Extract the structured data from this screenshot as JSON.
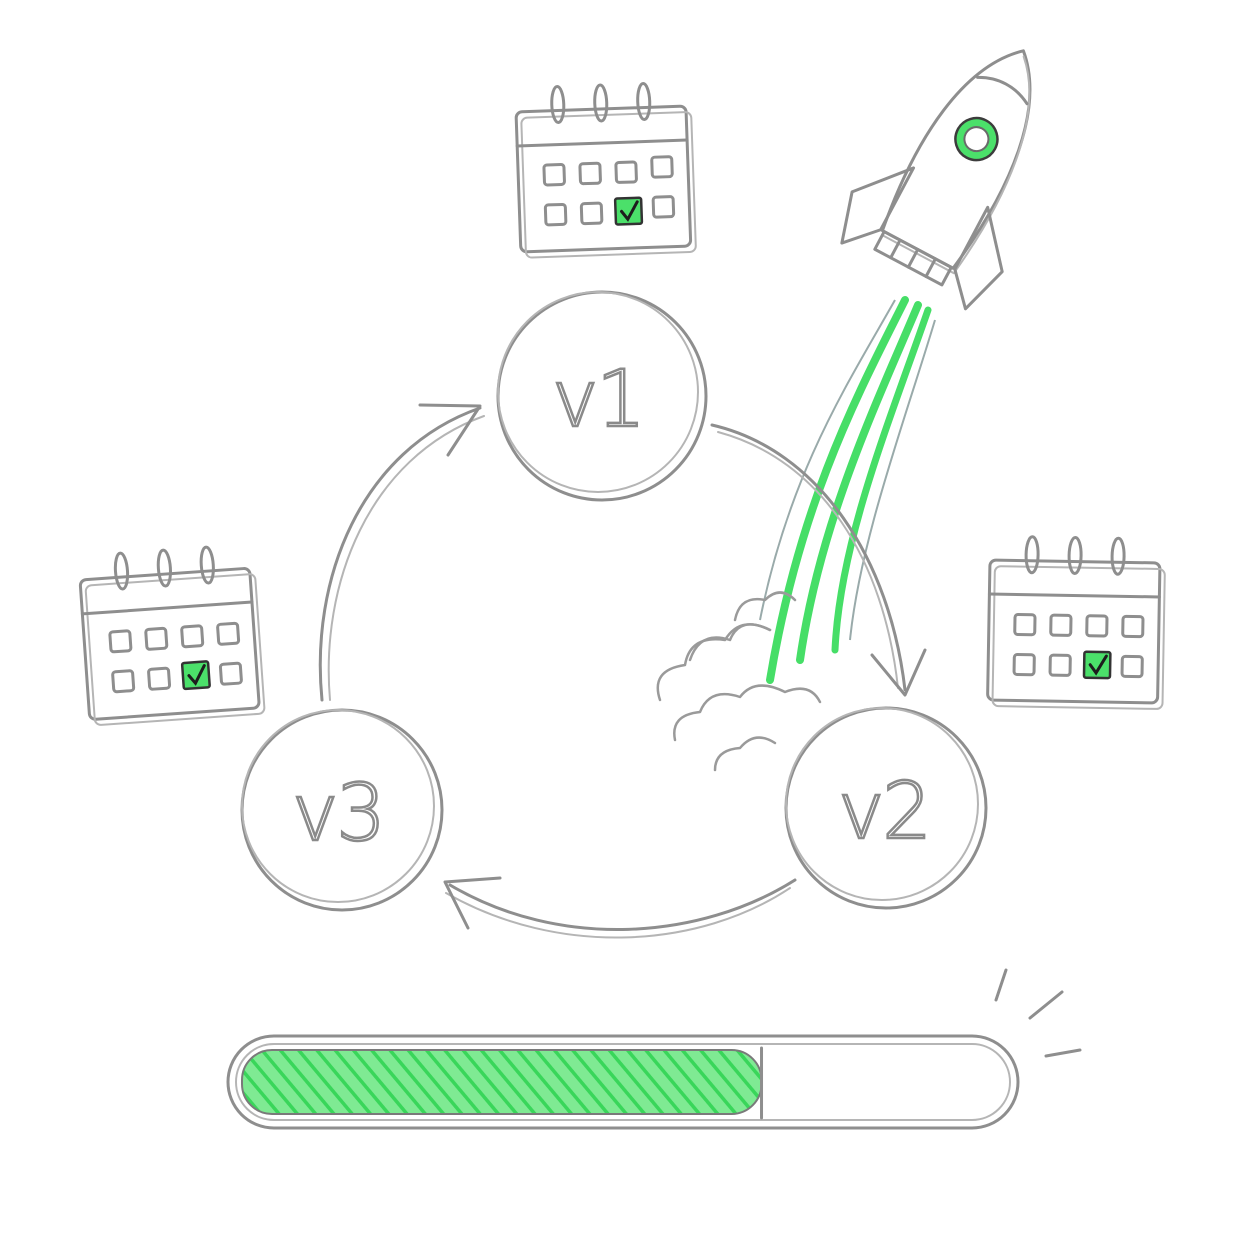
{
  "cycle": {
    "versions": [
      "v1",
      "v2",
      "v3"
    ]
  },
  "calendars": [
    {
      "id": "top",
      "checked_cell": 6
    },
    {
      "id": "left",
      "checked_cell": 6
    },
    {
      "id": "right",
      "checked_cell": 6
    }
  ],
  "progress": {
    "fraction": 0.68
  },
  "colors": {
    "accent": "#4be06a",
    "stroke": "#8e8e8e",
    "background": "#ffffff"
  },
  "icons": [
    "calendar-icon",
    "rocket-icon",
    "cycle-arrow-icon",
    "check-icon",
    "smoke-cloud-icon",
    "sparkle-icon"
  ]
}
